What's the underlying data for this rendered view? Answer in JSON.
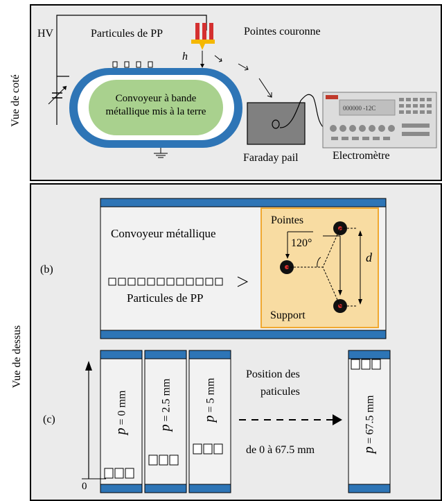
{
  "side_view": {
    "label": "Vue de coté",
    "hv": "HV",
    "particles": "Particules de PP",
    "corona": "Pointes couronne",
    "h": "h",
    "conveyor_line1": "Convoyeur à bande",
    "conveyor_line2": "métallique mis à la terre",
    "faraday": "Faraday pail",
    "electrometer": "Electromètre",
    "display": "000000 -12C"
  },
  "top_view": {
    "label": "Vue de dessus",
    "b": "(b)",
    "c": "(c)",
    "conveyor": "Convoyeur métallique",
    "particles": "Particules de PP",
    "points": "Pointes",
    "angle": "120°",
    "d": "d",
    "support": "Support",
    "belts": [
      {
        "p": "p",
        "eq": " = 0 mm"
      },
      {
        "p": "p",
        "eq": " = 2.5 mm"
      },
      {
        "p": "p",
        "eq": " = 5 mm"
      },
      {
        "p": "p",
        "eq": " = 67.5 mm"
      }
    ],
    "position_line1": "Position des",
    "position_line2": "paticules",
    "range": "de 0 à 67.5 mm",
    "zero": "0"
  },
  "colors": {
    "belt_blue": "#2e75b6",
    "green": "#a9d18e",
    "support_fill": "#f8dca2",
    "support_border": "#f0a830",
    "corona_red": "#d43030",
    "corona_yellow": "#f5b800"
  }
}
